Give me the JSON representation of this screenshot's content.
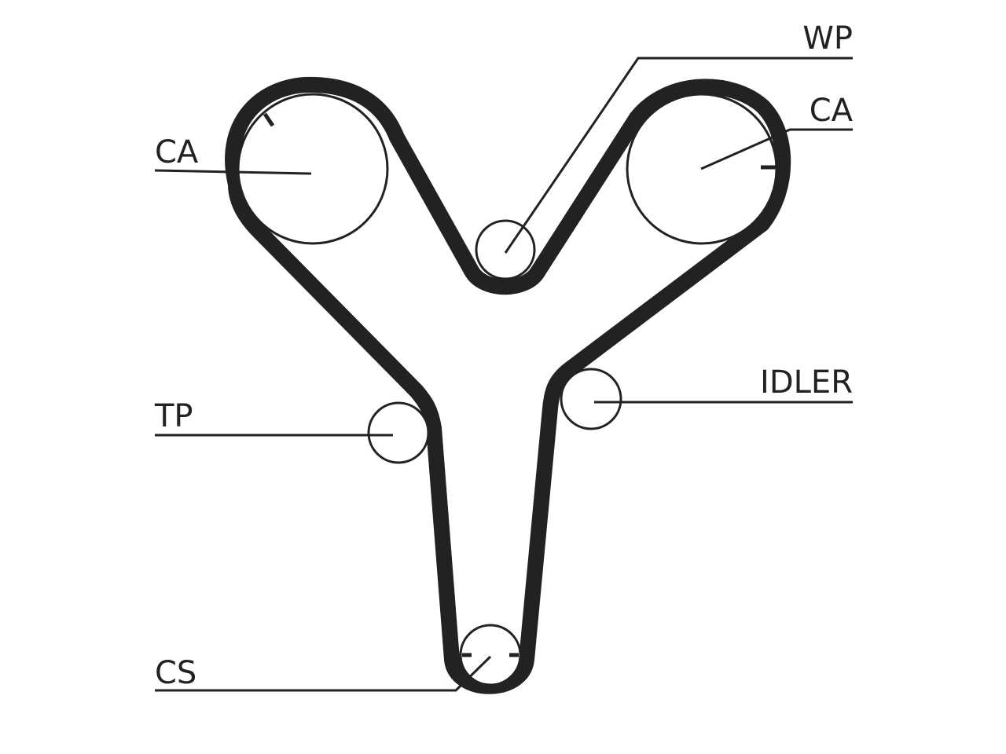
{
  "labels": {
    "wp": "WP",
    "ca_left": "CA",
    "ca_right": "CA",
    "idler": "IDLER",
    "tp": "TP",
    "cs": "CS"
  },
  "colors": {
    "line": "#222222",
    "background": "#ffffff"
  }
}
